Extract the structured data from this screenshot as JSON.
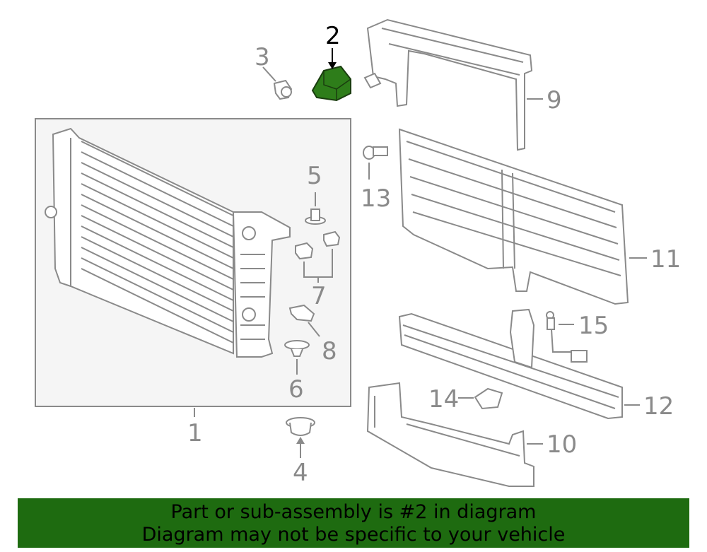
{
  "diagram": {
    "callouts": {
      "c1": "1",
      "c2": "2",
      "c3": "3",
      "c4": "4",
      "c5": "5",
      "c6": "6",
      "c7": "7",
      "c8": "8",
      "c9": "9",
      "c10": "10",
      "c11": "11",
      "c12": "12",
      "c13": "13",
      "c14": "14",
      "c15": "15"
    },
    "highlighted_part": "2",
    "highlight_color": "#2e7d1a",
    "line_color": "#8a8a8a"
  },
  "banner": {
    "line1": "Part or sub-assembly is #2 in diagram",
    "line2": "Diagram may not be specific to your vehicle",
    "background": "#1e6b10"
  }
}
